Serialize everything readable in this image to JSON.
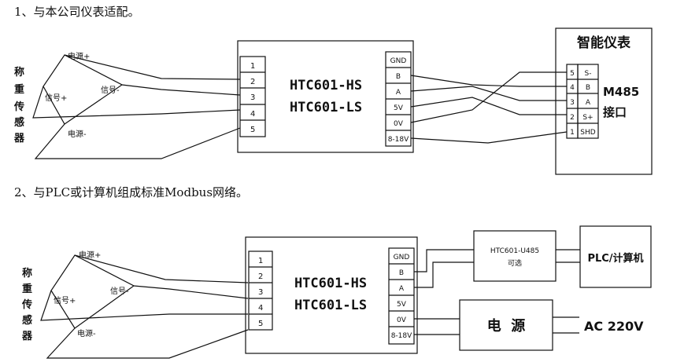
{
  "section1": {
    "heading": "1、与本公司仪表适配。",
    "sensor": {
      "label_chars": [
        "称",
        "重",
        "传",
        "感",
        "器"
      ],
      "power_pos": "电源+",
      "power_neg": "电源-",
      "signal_pos": "信号+",
      "signal_neg": "信号-"
    },
    "module": {
      "title_line1": "HTC601-HS",
      "title_line2": "HTC601-LS",
      "left_pins": [
        "1",
        "2",
        "3",
        "4",
        "5"
      ],
      "right_pins": [
        "GND",
        "B",
        "A",
        "5V",
        "0V",
        "8-18V"
      ]
    },
    "instrument": {
      "title": "智能仪表",
      "port_label_line1": "M485",
      "port_label_line2": "接口",
      "terminal_numbers": [
        "5",
        "4",
        "3",
        "2",
        "1"
      ],
      "terminal_names": [
        "S-",
        "B",
        "A",
        "S+",
        "SHD"
      ]
    }
  },
  "section2": {
    "heading": "2、与PLC或计算机组成标准Modbus网络。",
    "sensor": {
      "label_chars": [
        "称",
        "重",
        "传",
        "感",
        "器"
      ],
      "power_pos": "电源+",
      "power_neg": "电源-",
      "signal_pos": "信号+",
      "signal_neg": "信号-"
    },
    "module": {
      "title_line1": "HTC601-HS",
      "title_line2": "HTC601-LS",
      "left_pins": [
        "1",
        "2",
        "3",
        "4",
        "5"
      ],
      "right_pins": [
        "GND",
        "B",
        "A",
        "5V",
        "0V",
        "8-18V"
      ]
    },
    "converter": {
      "line1": "HTC601-U485",
      "line2": "可选"
    },
    "plc": {
      "label": "PLC/计算机"
    },
    "power_supply": {
      "label": "电  源"
    },
    "ac_input": {
      "label": "AC 220V"
    }
  }
}
